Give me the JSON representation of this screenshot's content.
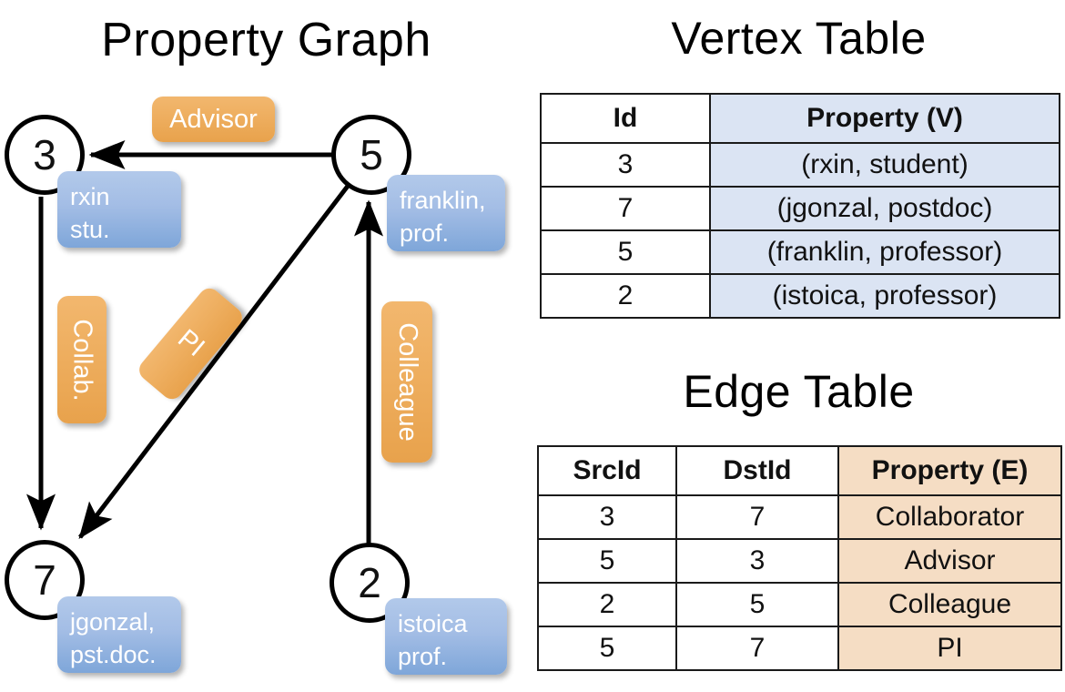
{
  "titles": {
    "property_graph": "Property Graph",
    "vertex_table": "Vertex Table",
    "edge_table": "Edge Table"
  },
  "graph": {
    "nodes": [
      {
        "id": "3",
        "label": "3",
        "property_lines": [
          "rxin",
          "stu."
        ]
      },
      {
        "id": "5",
        "label": "5",
        "property_lines": [
          "franklin,",
          "prof."
        ]
      },
      {
        "id": "7",
        "label": "7",
        "property_lines": [
          "jgonzal,",
          "pst.doc."
        ]
      },
      {
        "id": "2",
        "label": "2",
        "property_lines": [
          "istoica",
          "prof."
        ]
      }
    ],
    "node_property_text": {
      "rxin": "rxin",
      "stu": "stu.",
      "franklin": "franklin,",
      "prof5": "prof.",
      "jgonzal": "jgonzal,",
      "pstdoc": "pst.doc.",
      "istoica": "istoica",
      "prof2": "prof."
    },
    "edge_labels": [
      {
        "name": "advisor",
        "text": "Advisor",
        "orientation": "horizontal"
      },
      {
        "name": "collaborator",
        "text": "Collab.",
        "orientation": "vertical"
      },
      {
        "name": "pi",
        "text": "PI",
        "orientation": "rotated"
      },
      {
        "name": "colleague",
        "text": "Colleague",
        "orientation": "vertical"
      }
    ],
    "edges": [
      {
        "src": "5",
        "dst": "3",
        "label": "Advisor"
      },
      {
        "src": "3",
        "dst": "7",
        "label": "Collab."
      },
      {
        "src": "5",
        "dst": "7",
        "label": "PI"
      },
      {
        "src": "2",
        "dst": "5",
        "label": "Colleague"
      }
    ]
  },
  "vertex_table": {
    "headers": [
      "Id",
      "Property (V)"
    ],
    "rows": [
      {
        "id": "3",
        "property": "(rxin, student)"
      },
      {
        "id": "7",
        "property": "(jgonzal, postdoc)"
      },
      {
        "id": "5",
        "property": "(franklin, professor)"
      },
      {
        "id": "2",
        "property": "(istoica, professor)"
      }
    ]
  },
  "edge_table": {
    "headers": [
      "SrcId",
      "DstId",
      "Property (E)"
    ],
    "rows": [
      {
        "src": "3",
        "dst": "7",
        "property": "Collaborator"
      },
      {
        "src": "5",
        "dst": "3",
        "property": "Advisor"
      },
      {
        "src": "2",
        "dst": "5",
        "property": "Colleague"
      },
      {
        "src": "5",
        "dst": "7",
        "property": "PI"
      }
    ]
  },
  "colors": {
    "vertex_property_fill": "#dbe4f3",
    "edge_property_fill": "#f5ddc4",
    "node_property_box": "#8fb0e0",
    "edge_label_box": "#eeae5f",
    "stroke": "#000000"
  }
}
